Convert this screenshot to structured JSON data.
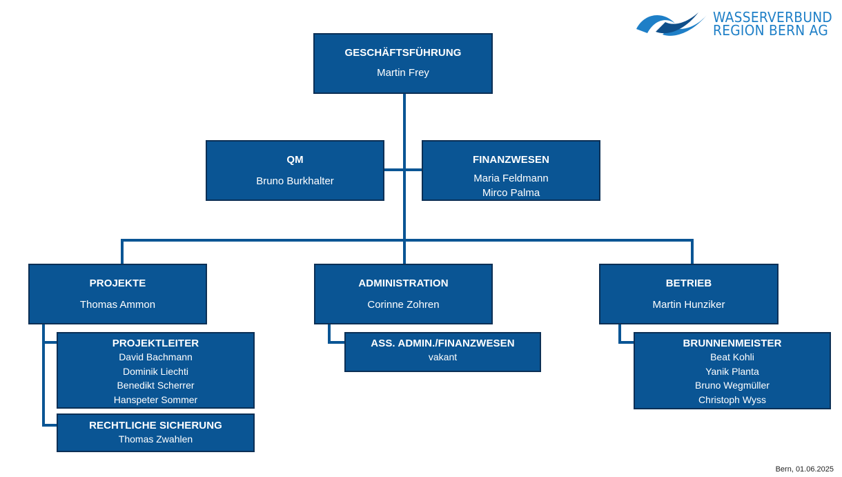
{
  "logo": {
    "line1": "WASSERVERBUND",
    "line2": "REGION BERN AG",
    "brand_color": "#1e7fc7"
  },
  "colors": {
    "box_fill": "#0a5594",
    "box_border": "#0b2f55",
    "connector": "#0a5594",
    "text": "#ffffff"
  },
  "org": {
    "ceo": {
      "title": "GESCHÄFTSFÜHRUNG",
      "names": [
        "Martin Frey"
      ]
    },
    "qm": {
      "title": "QM",
      "names": [
        "Bruno Burkhalter"
      ]
    },
    "finance": {
      "title": "FINANZWESEN",
      "names": [
        "Maria Feldmann",
        "Mirco Palma"
      ]
    },
    "projects": {
      "title": "PROJEKTE",
      "names": [
        "Thomas Ammon"
      ],
      "sub": [
        {
          "title": "PROJEKTLEITER",
          "names": [
            "David Bachmann",
            "Dominik Liechti",
            "Benedikt Scherrer",
            "Hanspeter Sommer"
          ]
        },
        {
          "title": "RECHTLICHE SICHERUNG",
          "names": [
            "Thomas Zwahlen"
          ]
        }
      ]
    },
    "administration": {
      "title": "ADMINISTRATION",
      "names": [
        "Corinne Zohren"
      ],
      "sub": [
        {
          "title": "ASS. ADMIN./FINANZWESEN",
          "names": [
            "vakant"
          ]
        }
      ]
    },
    "operations": {
      "title": "BETRIEB",
      "names": [
        "Martin Hunziker"
      ],
      "sub": [
        {
          "title": "BRUNNENMEISTER",
          "names": [
            "Beat Kohli",
            "Yanik Planta",
            "Bruno Wegmüller",
            "Christoph Wyss"
          ]
        }
      ]
    }
  },
  "footer": {
    "date": "Bern, 01.06.2025"
  }
}
